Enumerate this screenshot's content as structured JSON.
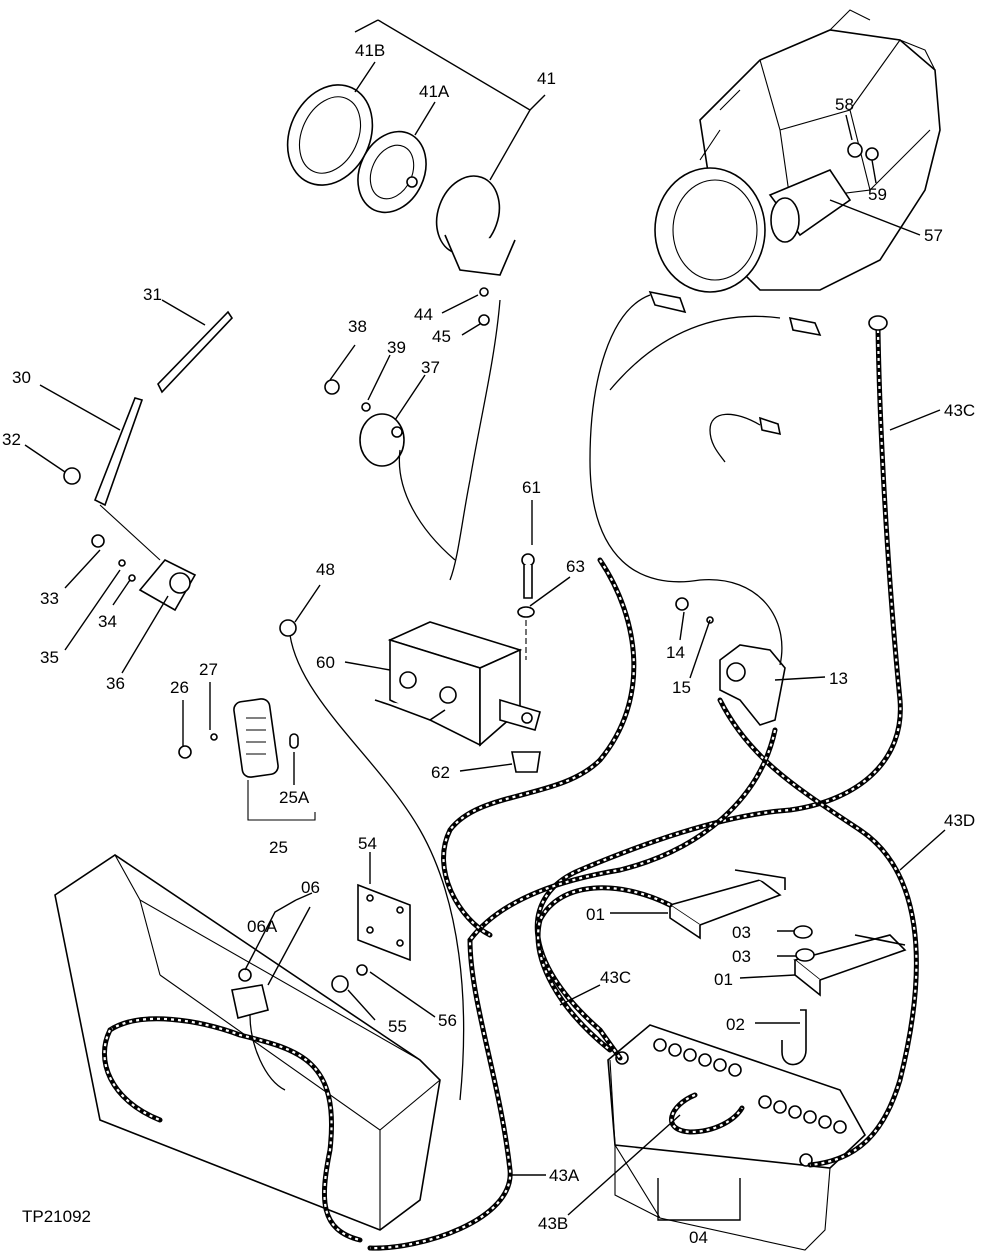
{
  "figure_id": "TP21092",
  "labels": {
    "l41B": "41B",
    "l41A": "41A",
    "l41": "41",
    "l58": "58",
    "l59": "59",
    "l57": "57",
    "l31": "31",
    "l30": "30",
    "l32": "32",
    "l38": "38",
    "l39": "39",
    "l37": "37",
    "l44": "44",
    "l45": "45",
    "l43C_top": "43C",
    "l61": "61",
    "l63": "63",
    "l33": "33",
    "l34": "34",
    "l35": "35",
    "l36": "36",
    "l48": "48",
    "l60": "60",
    "l14": "14",
    "l15": "15",
    "l13": "13",
    "l26": "26",
    "l27": "27",
    "l25A": "25A",
    "l25": "25",
    "l62": "62",
    "l43D": "43D",
    "l54": "54",
    "l06": "06",
    "l06A": "06A",
    "l01a": "01",
    "l03a": "03",
    "l03b": "03",
    "l01b": "01",
    "l43C_mid": "43C",
    "l02": "02",
    "l55": "55",
    "l56": "56",
    "l43A": "43A",
    "l43B": "43B",
    "l04": "04"
  }
}
